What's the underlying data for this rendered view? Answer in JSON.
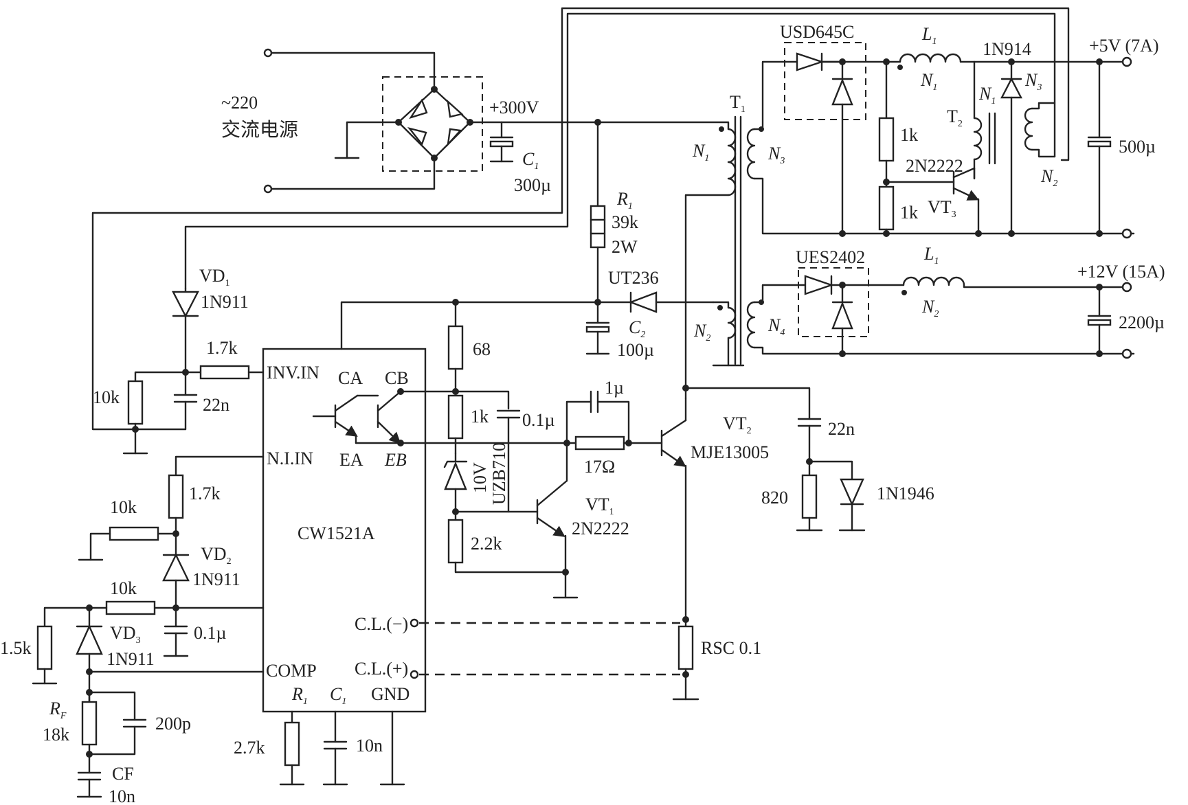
{
  "labels": {
    "ac_voltage": "~220",
    "ac_source": "交流电源",
    "v300": "+300V",
    "c1": "C",
    "c1_sub": "1",
    "c1_val": "300µ",
    "r1": "R",
    "r1_sub": "1",
    "r1_val1": "39k",
    "r1_val2": "2W",
    "ut236": "UT236",
    "c2": "C",
    "c2_sub": "2",
    "c2_val": "100µ",
    "t1": "T",
    "t1_sub": "1",
    "n1_a": "N",
    "n1_a_sub": "1",
    "n3_a": "N",
    "n3_a_sub": "3",
    "n2_a": "N",
    "n2_a_sub": "2",
    "n4_a": "N",
    "n4_a_sub": "4",
    "usd645c": "USD645C",
    "l1_a": "L",
    "l1_a_sub": "1",
    "n1_b": "N",
    "n1_b_sub": "1",
    "in914": "1N914",
    "v5": "+5V (7A)",
    "t2": "T",
    "t2_sub": "2",
    "n1_c": "N",
    "n1_c_sub": "1",
    "n3_c": "N",
    "n3_c_sub": "3",
    "n2_c": "N",
    "n2_c_sub": "2",
    "r1k_a": "1k",
    "vt3_type": "2N2222",
    "r1k_b": "1k",
    "vt3": "VT",
    "vt3_sub": "3",
    "c500": "500µ",
    "ues2402": "UES2402",
    "l1_b": "L",
    "l1_b_sub": "1",
    "n2_b": "N",
    "n2_b_sub": "2",
    "v12": "+12V (15A)",
    "c2200": "2200µ",
    "vd1": "VD",
    "vd1_sub": "1",
    "vd1_type": "1N911",
    "r1_7k_a": "1.7k",
    "r10k_a": "10k",
    "c22n_a": "22n",
    "inv_in": "INV.IN",
    "ca": "CA",
    "cb": "CB",
    "ea": "EA",
    "eb": "EB",
    "n_i_in": "N.I.IN",
    "chip": "CW1521A",
    "cl_minus": "C.L.(−)",
    "cl_plus": "C.L.(+)",
    "comp": "COMP",
    "pin_r1": "R",
    "pin_r1_sub": "1",
    "pin_c1": "C",
    "pin_c1_sub": "1",
    "gnd": "GND",
    "r68": "68",
    "r1k_c": "1k",
    "c0_1u_a": "0.1µ",
    "zener_v": "10V",
    "zener_type": "UZB710",
    "r2_2k": "2.2k",
    "vt1": "VT",
    "vt1_sub": "1",
    "vt1_type": "2N2222",
    "c1u": "1µ",
    "r17": "17Ω",
    "vt2": "VT",
    "vt2_sub": "2",
    "vt2_type": "MJE13005",
    "c22n_b": "22n",
    "r820": "820",
    "d1n1946": "1N1946",
    "rsc": "RSC  0.1",
    "r1_7k_b": "1.7k",
    "r10k_b": "10k",
    "vd2": "VD",
    "vd2_sub": "2",
    "vd2_type": "1N911",
    "r10k_c": "10k",
    "c0_1u_b": "0.1µ",
    "r1_5k": "1.5k",
    "vd3": "VD",
    "vd3_sub": "3",
    "vd3_type": "1N911",
    "rf": "R",
    "rf_sub": "F",
    "rf_val": "18k",
    "c200p": "200p",
    "cf": "CF",
    "cf_val": "10n",
    "r2_7k": "2.7k",
    "c10n": "10n"
  }
}
